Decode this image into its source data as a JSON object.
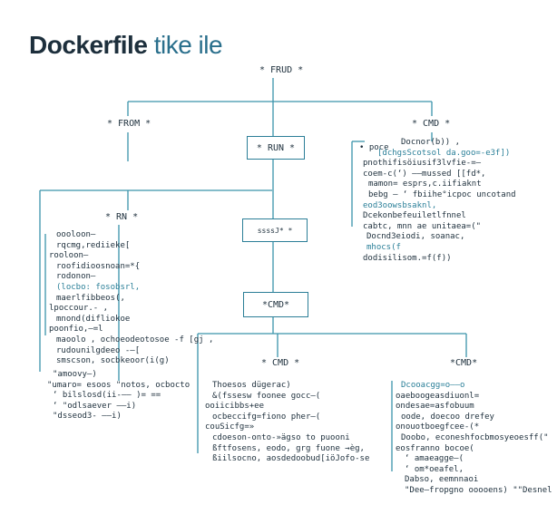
{
  "diagram": {
    "title_main": "Dockerfile",
    "title_sub": "tike ile",
    "nodes": {
      "root": "* FRUD *",
      "from": "* FROM *",
      "cmd_top": "* CMD *",
      "run_center": "* RUN *",
      "run_left": "* RN *",
      "misc": "ssssJ* *",
      "cmd_mid": "*CMD*",
      "cmd_bottom_mid": "* CMD *",
      "cmd_bottom_right": "*CMD*"
    },
    "blocks": {
      "top_right": [
        "Docnor(b)) ,",
        "[dchgsScotsol da.goo=-e3f])",
        "pnothifisöiusif3lvfie-=—",
        "coem-c(‘) ——mussed [[fd*,",
        "mamon= esprs,c.iifiaknt",
        "bebg —  ‘ fbiihe°icpoc uncotand",
        "eod3oowsbsaknl,",
        "Dcekonbefeuiletlfnnel",
        "cabtc, mnn ae unitaea=(\"",
        "Docnd3eiodi, soanac,",
        "mhocs(f",
        "dodisilisom.=f(f))"
      ],
      "top_right_prefix": "• poce",
      "left": [
        "oooloon—",
        "rqcmg,rediieke[",
        "rooloon—",
        "roofidioosnoan=*{",
        "rodonon—",
        "(locbo: fosobsrl,",
        "maerlfibbeos(,",
        "lpoccour.- ,",
        "mnond(difliokoe",
        "poonfio,—=l",
        "maoolo , ochoeodeotosoe -f [gj ,",
        "rudounilgdeeo ‑—[",
        "smscson, socbkeoor(i(g)"
      ],
      "left_sub": [
        "\"amoovy—)",
        "\"umaro= esoos \"notos, ocbocto",
        "‘ bilslosd(ii‑—— )= ==",
        "‘ \"odlsaever ——i)",
        "\"dsseod3‑ ——i)"
      ],
      "bottom_mid": [
        "Thoesos dügerac)",
        "&(fssesw foonee gocc—(",
        "ooiicibbs+ee",
        "ocbeccifg=fiono pher—(",
        "couSicfg=»",
        "cdoeson-onto-»ägso to puooni",
        "ßftfosens, eodo, grg fuone →èg,",
        "ßiilsocno, aosdedoobud[iöJofo-se"
      ],
      "bottom_right": [
        "Dcooacgg=o——o",
        "oaeboogeasdiuonl=",
        "ondesae=asfobuum",
        "oode, doecoo drefey",
        "onouotboegfcee-(*",
        "Doobo, econeshfocbmosyeoesff(\"",
        "eosfranno bocoe(",
        "‘ amaeagge—(",
        "‘ om*oeafel,",
        "Dabso, eemnnaoi",
        "\"Dee—fropgno ooooens) \"\"Desnel"
      ]
    }
  }
}
